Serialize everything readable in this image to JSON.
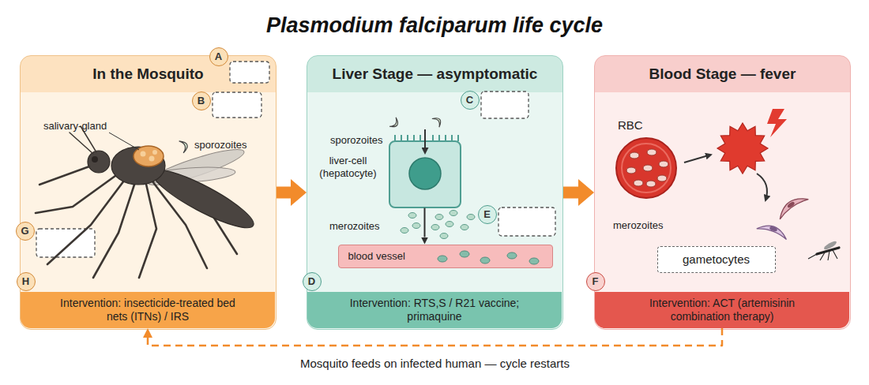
{
  "diagram": {
    "title": "Plasmodium falciparum life cycle",
    "nodes": [
      {
        "text": [
          "In the Mosquito"
        ]
      },
      {
        "text": [
          "A"
        ],
        "in": 0
      },
      {
        "text": [
          "B"
        ],
        "in": 0
      },
      {
        "text": [
          "G"
        ],
        "in": 0
      },
      {
        "text": [
          "Intervention: insecticide-treated bed nets (ITNs) / IRS"
        ],
        "in": 0
      },
      {
        "text": [
          "H"
        ],
        "in": 4
      },
      {
        "text": [
          "Liver Stage — asymptomatic"
        ]
      },
      {
        "text": [
          "C"
        ],
        "in": 6
      },
      {
        "text": [
          "liver-cell (hepatocyte)"
        ],
        "in": 6
      },
      {
        "text": [
          "blood vessel"
        ],
        "in": 6
      },
      {
        "text": [
          "E"
        ],
        "in": 6
      },
      {
        "text": [
          "Intervention: RTS,S / R21 vaccine; primaquine"
        ],
        "in": 6
      },
      {
        "text": [
          "D"
        ],
        "in": 11
      },
      {
        "text": [
          "Blood Stage — fever"
        ]
      },
      {
        "text": [
          "gametocytes"
        ],
        "in": 13
      },
      {
        "text": [
          "Intervention: ACT (artemisinin combination therapy)"
        ],
        "in": 13
      },
      {
        "text": [
          "F"
        ],
        "in": 15
      }
    ],
    "edges": [
      {
        "from": 0,
        "to": 6,
        "arrow": "to"
      },
      {
        "from": 8,
        "to": 9,
        "arrow": "to"
      },
      {
        "from": 6,
        "to": 13,
        "arrow": "to"
      },
      {
        "from": 15,
        "to": 4,
        "label": "Mosquito feeds on infected human — cycle restarts",
        "arrow": "to"
      }
    ],
    "labels": [
      "salivary-gland",
      "sporozoites",
      "sporozoites",
      "merozoites",
      "RBC",
      "merozoites"
    ]
  }
}
